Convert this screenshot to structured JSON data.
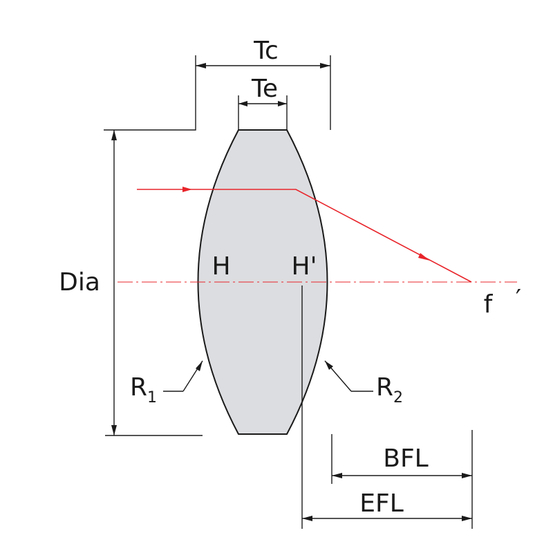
{
  "labels": {
    "tc": "Tc",
    "te": "Te",
    "dia": "Dia",
    "h": "H",
    "h_prime": "H'",
    "f_prime_f": "f",
    "f_prime_mark": "′",
    "r1_base": "R",
    "r1_sub": "1",
    "r2_base": "R",
    "r2_sub": "2",
    "bfl": "BFL",
    "efl": "EFL"
  },
  "colors": {
    "lens_fill": "#dcdde0",
    "outline": "#1a1a1a",
    "ray": "#e8242a",
    "axis": "#e8242a"
  }
}
